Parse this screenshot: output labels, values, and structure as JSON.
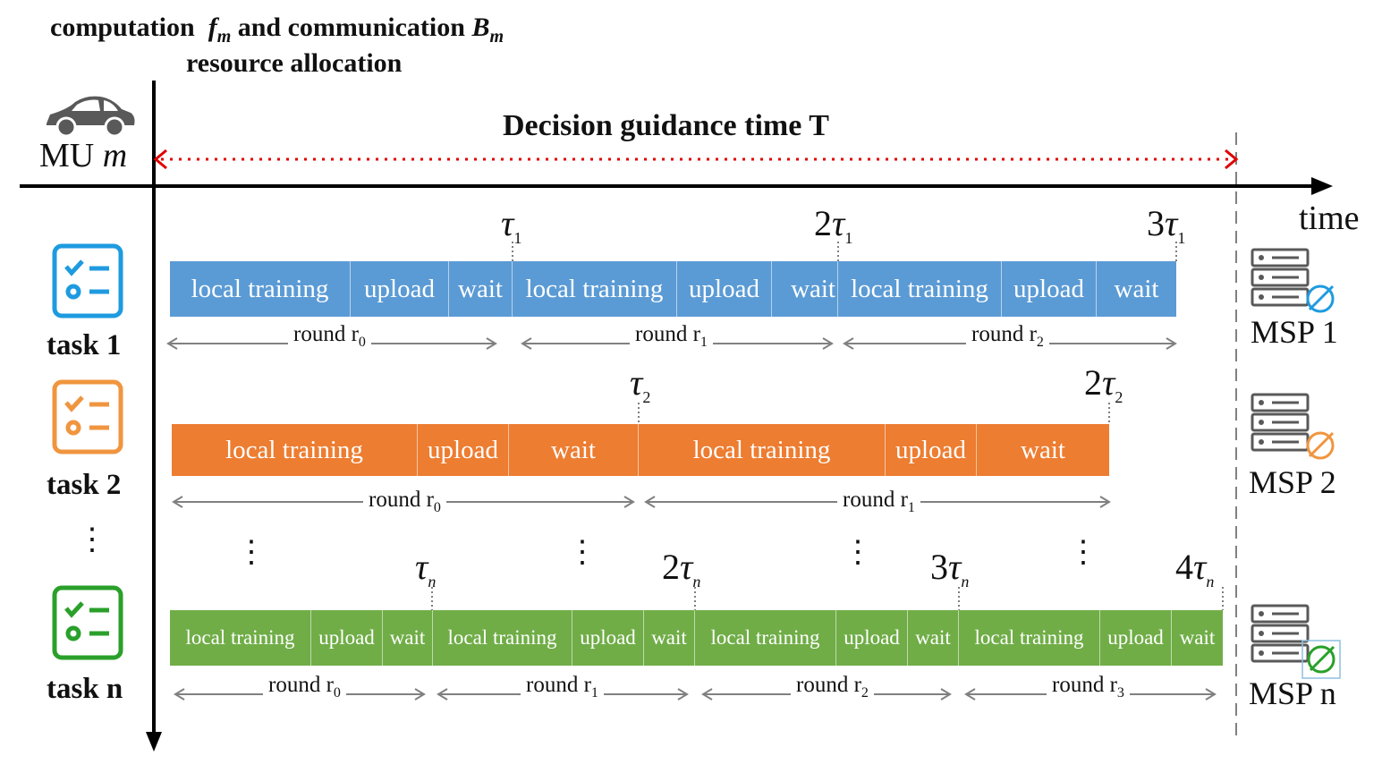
{
  "header": {
    "line1_a": "computation",
    "line1_f": "f",
    "line1_fsub": "m",
    "line1_b": "and communication",
    "line1_B": "B",
    "line1_Bsub": "m",
    "line2": "resource allocation"
  },
  "mu": {
    "text": "MU",
    "var": "m"
  },
  "decision_label": "Decision guidance time T",
  "time_label": "time",
  "tasks": [
    {
      "label": "task 1",
      "color": "#5b9bd5"
    },
    {
      "label": "task 2",
      "color": "#ed7d31"
    },
    {
      "label": "task n",
      "color": "#70ad47"
    }
  ],
  "msps": [
    "MSP 1",
    "MSP 2",
    "MSP n"
  ],
  "segment_texts": {
    "local": "local training",
    "upload": "upload",
    "wait": "wait"
  },
  "round_word": "round",
  "round_indices": [
    "r",
    "r",
    "r",
    "r"
  ],
  "round_subs": [
    "0",
    "1",
    "2",
    "3"
  ],
  "tau_labels": {
    "task1": [
      {
        "coef": "",
        "sub": "1"
      },
      {
        "coef": "2",
        "sub": "1"
      },
      {
        "coef": "3",
        "sub": "1"
      }
    ],
    "task2": [
      {
        "coef": "",
        "sub": "2"
      },
      {
        "coef": "2",
        "sub": "2"
      }
    ],
    "taskn": [
      {
        "coef": "",
        "sub": "n"
      },
      {
        "coef": "2",
        "sub": "n"
      },
      {
        "coef": "3",
        "sub": "n"
      },
      {
        "coef": "4",
        "sub": "n"
      }
    ]
  },
  "tau_symbol": "τ",
  "vertical_ellipsis": "⋮",
  "colors": {
    "axis": "#000000",
    "arrow_gray": "#808080",
    "dotted_red": "#e00000",
    "icon_gray": "#595959"
  }
}
